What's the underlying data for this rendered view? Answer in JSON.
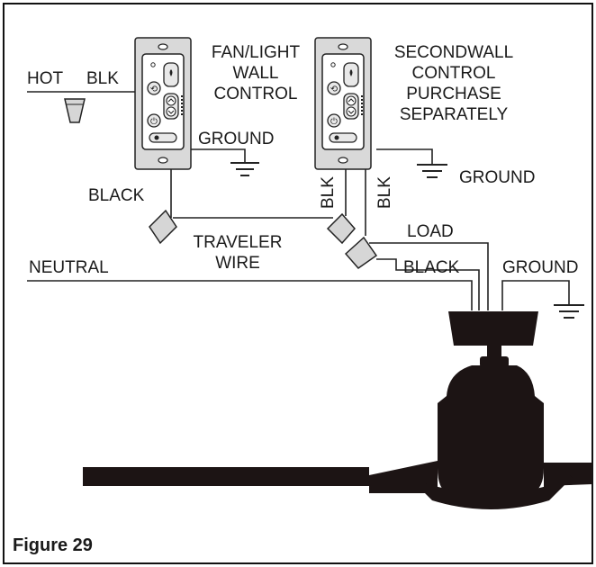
{
  "labels": {
    "hot": "HOT",
    "blk_top": "BLK",
    "control1_line1": "FAN/LIGHT",
    "control1_line2": "WALL",
    "control1_line3": "CONTROL",
    "control2_line1": "SECONDWALL",
    "control2_line2": "CONTROL",
    "control2_line3": "PURCHASE",
    "control2_line4": "SEPARATELY",
    "ground1": "GROUND",
    "ground2": "GROUND",
    "ground3": "GROUND",
    "black_left": "BLACK",
    "blk_vert1": "BLK",
    "blk_vert2": "BLK",
    "traveler_line1": "TRAVELER",
    "traveler_line2": "WIRE",
    "load": "LOAD",
    "neutral": "NEUTRAL",
    "black_right": "BLACK"
  },
  "figure_caption": "Figure 29",
  "colors": {
    "line": "#222222",
    "fan_body": "#1c1414",
    "plate_fill": "#d9d9d9",
    "connector_fill": "#d6d6d6"
  }
}
